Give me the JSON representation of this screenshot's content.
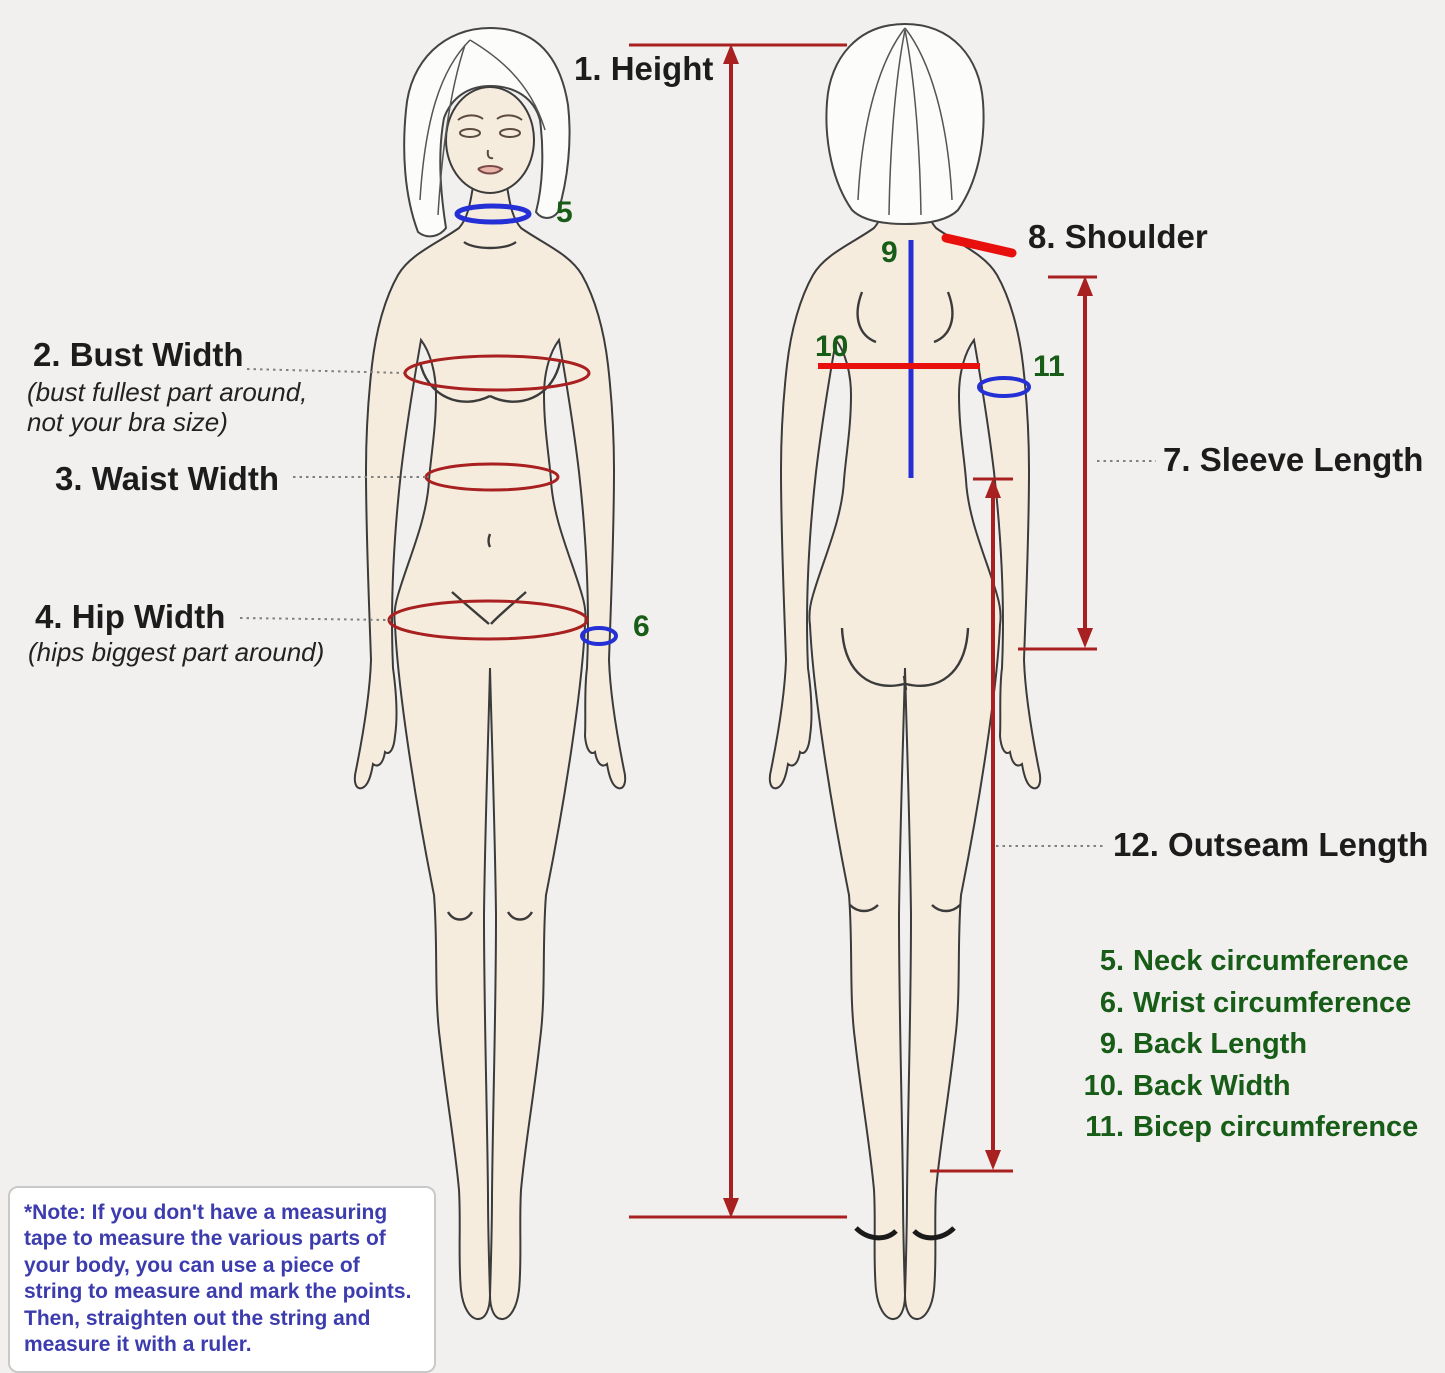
{
  "colors": {
    "background": "#f1f0ee",
    "measure_red": "#a8201f",
    "bright_red": "#e8100c",
    "measure_blue": "#2430d6",
    "green": "#175c17",
    "text_dark": "#1c1c1c",
    "note_text": "#3c3cae",
    "skin": "#f6ecdd"
  },
  "annotations": {
    "height": "1. Height",
    "bust": "2. Bust Width",
    "bust_sub1": "(bust fullest part around,",
    "bust_sub2": "not your bra size)",
    "waist": "3. Waist Width",
    "hip": "4. Hip Width",
    "hip_sub": "(hips biggest part around)",
    "neck_num": "5",
    "wrist_num": "6",
    "sleeve": "7. Sleeve Length",
    "shoulder": "8. Shoulder",
    "back_length_num": "9",
    "back_width_num": "10",
    "bicep_num": "11",
    "outseam": "12. Outseam Length"
  },
  "legend": [
    {
      "num": "5.",
      "text": "Neck circumference"
    },
    {
      "num": "6.",
      "text": "Wrist circumference"
    },
    {
      "num": "9.",
      "text": "Back Length"
    },
    {
      "num": "10.",
      "text": "Back Width"
    },
    {
      "num": "11.",
      "text": "Bicep circumference"
    }
  ],
  "note": "*Note: If you don't have a measuring tape to measure the various parts of your body, you can use a piece of string to measure and mark the points. Then, straighten out the string and measure it with a ruler."
}
